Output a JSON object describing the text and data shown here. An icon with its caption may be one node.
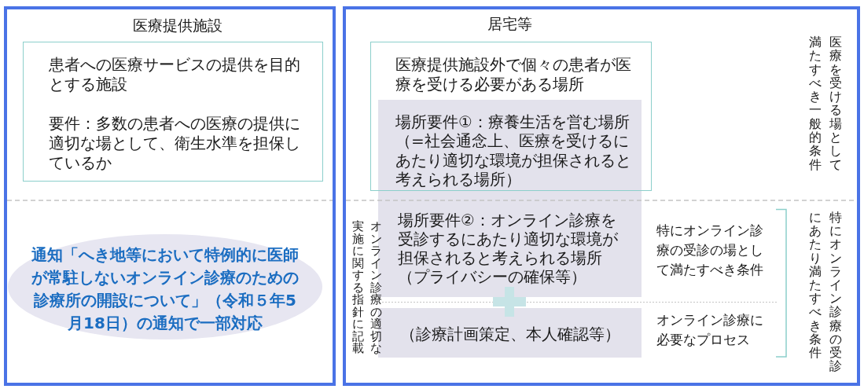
{
  "diagram": {
    "nodes": [
      {
        "text": [
          "医療提供施設"
        ]
      },
      {
        "text": [
          "患者への医療サービスの提供を目的とする施設",
          "要件：多数の患者への医療の提供に適切な場として、衛生水準を担保しているか"
        ],
        "in": 0
      },
      {
        "text": [
          "通知「へき地等において特例的に医師が常駐しないオンライン診療のための診療所の開設について」（令和５年5月18日）の通知で一部対応"
        ],
        "in": 0
      },
      {
        "text": [
          "居宅等"
        ]
      },
      {
        "text": [
          "医療提供施設外で個々の患者が医療を受ける必要がある場所"
        ],
        "in": 3
      },
      {
        "text": [
          "場所要件①：療養生活を営む場所（=社会通念上、医療を受けるにあたり適切な環境が担保されると考えられる場所）"
        ],
        "in": 3
      },
      {
        "text": [
          "場所要件②：オンライン診療を受診するにあたり適切な環境が担保されると考えられる場所（プライバシーの確保等）"
        ],
        "in": 3
      },
      {
        "text": [
          "（診療計画策定、本人確認等）"
        ],
        "in": 3
      }
    ],
    "labels": [
      "医療を受ける場として満たすべき一般的条件",
      "オンライン診療の適切な実施に関する指針に記載",
      "特にオンライン診療の受診の場として満たすべき条件",
      "オンライン診療に必要なプロセス",
      "特にオンライン診療の受診にあたり満たすべき条件"
    ]
  }
}
